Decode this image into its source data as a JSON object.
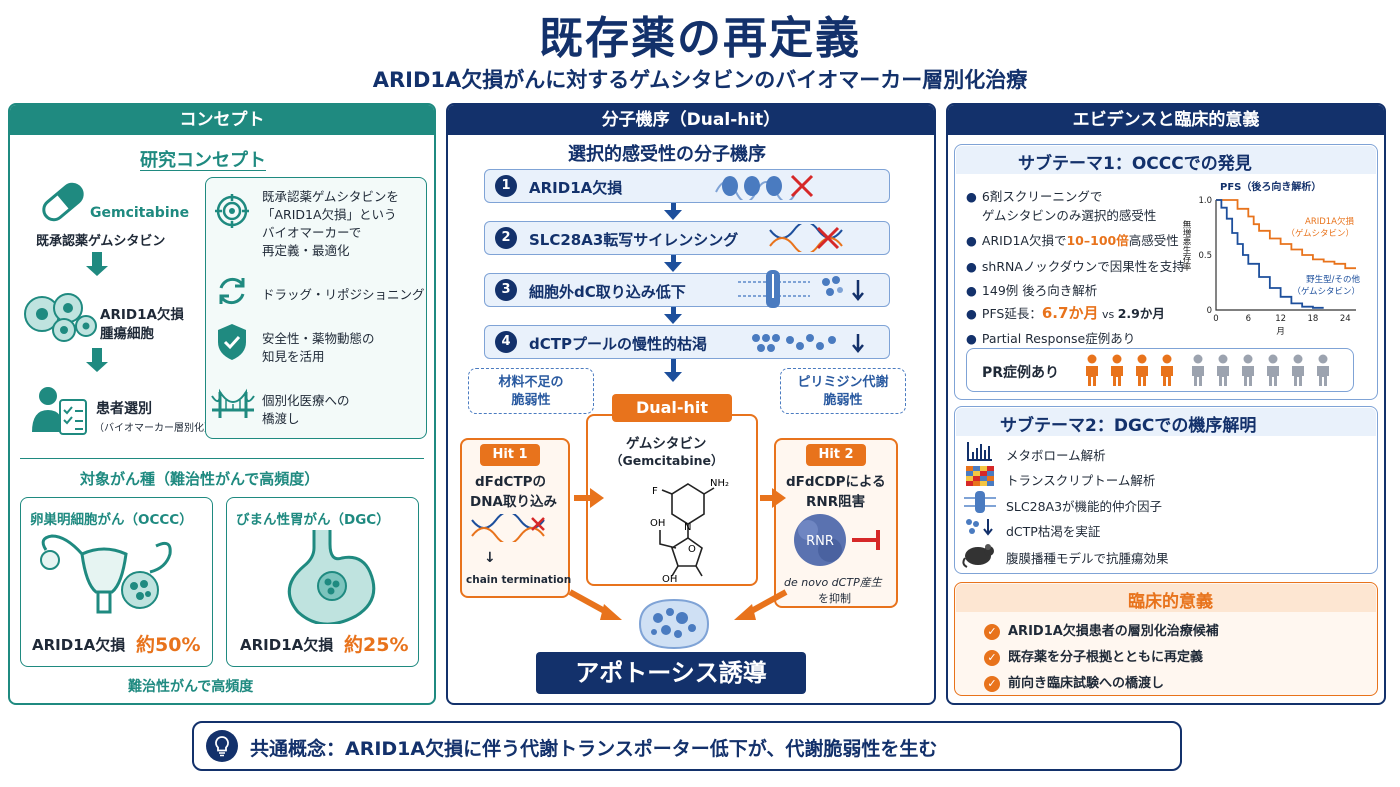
{
  "header": {
    "title": "既存薬の再定義",
    "subtitle": "ARID1A欠損がんに対するゲムシタビンのバイオマーカー層別化治療"
  },
  "colors": {
    "navy": "#13316b",
    "teal": "#1f8a80",
    "orange": "#e8731c",
    "blue": "#1d4f9c"
  },
  "concept": {
    "header": "コンセプト",
    "research_title": "研究コンセプト",
    "flow": [
      {
        "label": "Gemcitabine",
        "sub": "既承認薬ゲムシタビン",
        "icon": "capsule-icon"
      },
      {
        "label": "ARID1A欠損",
        "sub": "腫瘍細胞",
        "icon": "tumor-cells-icon"
      },
      {
        "label": "患者選別",
        "sub": "（バイオマーカー層別化）",
        "icon": "patient-clipboard-icon"
      }
    ],
    "points": [
      {
        "text1": "既承認薬ゲムシタビンを",
        "text2": "「ARID1A欠損」という",
        "text3": "バイオマーカーで",
        "text4": "再定義・最適化",
        "icon": "target-icon"
      },
      {
        "text1": "ドラッグ・リポジショニング",
        "icon": "cycle-arrows-icon"
      },
      {
        "text1": "安全性・薬物動態の",
        "text2": "知見を活用",
        "icon": "shield-check-icon"
      },
      {
        "text1": "個別化医療への",
        "text2": "橋渡し",
        "icon": "bridge-icon"
      }
    ],
    "target_title": "対象がん種（難治性がんで高頻度）",
    "cancers": [
      {
        "name": "卵巣明細胞がん（OCCC）",
        "stat_label": "ARID1A欠損",
        "stat_value": "約50%",
        "icon": "uterus-ovary-icon"
      },
      {
        "name": "びまん性胃がん（DGC）",
        "stat_label": "ARID1A欠損",
        "stat_value": "約25%",
        "icon": "stomach-icon"
      }
    ],
    "footer": "難治性がんで高頻度"
  },
  "mechanism": {
    "header": "分子機序（Dual-hit）",
    "title": "選択的感受性の分子機序",
    "steps": [
      {
        "n": "1",
        "label": "ARID1A欠損"
      },
      {
        "n": "2",
        "label": "SLC28A3転写サイレンシング"
      },
      {
        "n": "3",
        "label": "細胞外dC取り込み低下"
      },
      {
        "n": "4",
        "label": "dCTPプールの慢性的枯渇"
      }
    ],
    "left_note": [
      "材料不足の",
      "脆弱性"
    ],
    "right_note": [
      "ピリミジン代謝",
      "脆弱性"
    ],
    "dual_hit": "Dual-hit",
    "drug_name": "ゲムシタビン",
    "drug_en": "（Gemcitabine）",
    "hit1": {
      "tag": "Hit 1",
      "line1": "dFdCTPの",
      "line2": "DNA取り込み",
      "result": "chain termination"
    },
    "hit2": {
      "tag": "Hit 2",
      "line1": "dFdCDPによる",
      "line2": "RNR阻害",
      "rnr": "RNR",
      "note1": "de novo dCTP産生",
      "note2": "を抑制"
    },
    "atoms": {
      "nh2": "NH₂",
      "f": "F",
      "n": "N",
      "oh1": "OH",
      "oh2": "OH",
      "o": "O"
    },
    "result": "アポトーシス誘導"
  },
  "evidence": {
    "header": "エビデンスと臨床的意義",
    "sub1": {
      "title": "サブテーマ1：OCCCでの発見",
      "bullets": [
        [
          "6剤スクリーニングで",
          "ゲムシタビンのみ選択的感受性"
        ],
        [
          "ARID1A欠損で",
          "10–100倍",
          "高感受性"
        ],
        [
          "shRNAノックダウンで因果性を支持"
        ],
        [
          "149例 後ろ向き解析"
        ],
        [
          "PFS延長：",
          "6.7か月",
          " vs ",
          "2.9か月"
        ],
        [
          "Partial Response症例あり"
        ]
      ],
      "chart_title": "PFS（後ろ向き解析）",
      "pr_label": "PR症例あり",
      "pr_count_highlighted": 4,
      "pr_count_total": 10
    },
    "sub2": {
      "title": "サブテーマ2：DGCでの機序解明",
      "items": [
        {
          "text": "メタボローム解析",
          "icon": "bar-chart-icon"
        },
        {
          "text": "トランスクリプトーム解析",
          "icon": "heatmap-icon"
        },
        {
          "text": "SLC28A3が機能的仲介因子",
          "icon": "transporter-icon"
        },
        {
          "text": "dCTP枯渇を実証",
          "icon": "dots-down-icon"
        },
        {
          "text": "腹膜播種モデルで抗腫瘍効果",
          "icon": "mouse-icon"
        }
      ]
    },
    "clinical": {
      "title": "臨床的意義",
      "items": [
        "ARID1A欠損患者の層別化治療候補",
        "既存薬を分子根拠とともに再定義",
        "前向き臨床試験への橋渡し"
      ]
    }
  },
  "footer_banner": "共通概念：ARID1A欠損に伴う代謝トランスポーター低下が、代謝脆弱性を生む",
  "chart_data": {
    "type": "line",
    "title": "PFS（後ろ向き解析）",
    "ylabel": "無増悪生存率",
    "xlabel": "月",
    "xlim": [
      0,
      26
    ],
    "ylim": [
      0,
      1.0
    ],
    "xticks": [
      0,
      6,
      12,
      18,
      24
    ],
    "yticks": [
      0,
      0.5,
      1.0
    ],
    "ytick_labels": [
      "0",
      "0.5",
      "1.0"
    ],
    "series": [
      {
        "name": "ARID1A欠損（ゲムシタビン）",
        "color": "#e8731c",
        "x": [
          0,
          2,
          4,
          6,
          7,
          8,
          10,
          12,
          14,
          16,
          18,
          20,
          22,
          24,
          26
        ],
        "y": [
          1.0,
          1.0,
          0.92,
          0.85,
          0.78,
          0.72,
          0.65,
          0.6,
          0.55,
          0.5,
          0.46,
          0.44,
          0.42,
          0.38,
          0.38
        ]
      },
      {
        "name": "野生型/その他（ゲムシタビン）",
        "color": "#1d4f9c",
        "x": [
          0,
          1,
          2,
          3,
          4,
          5,
          6,
          8,
          10,
          12,
          14,
          16,
          18,
          20
        ],
        "y": [
          1.0,
          0.93,
          0.83,
          0.7,
          0.6,
          0.5,
          0.42,
          0.3,
          0.2,
          0.12,
          0.06,
          0.03,
          0.02,
          0.02
        ]
      }
    ]
  }
}
